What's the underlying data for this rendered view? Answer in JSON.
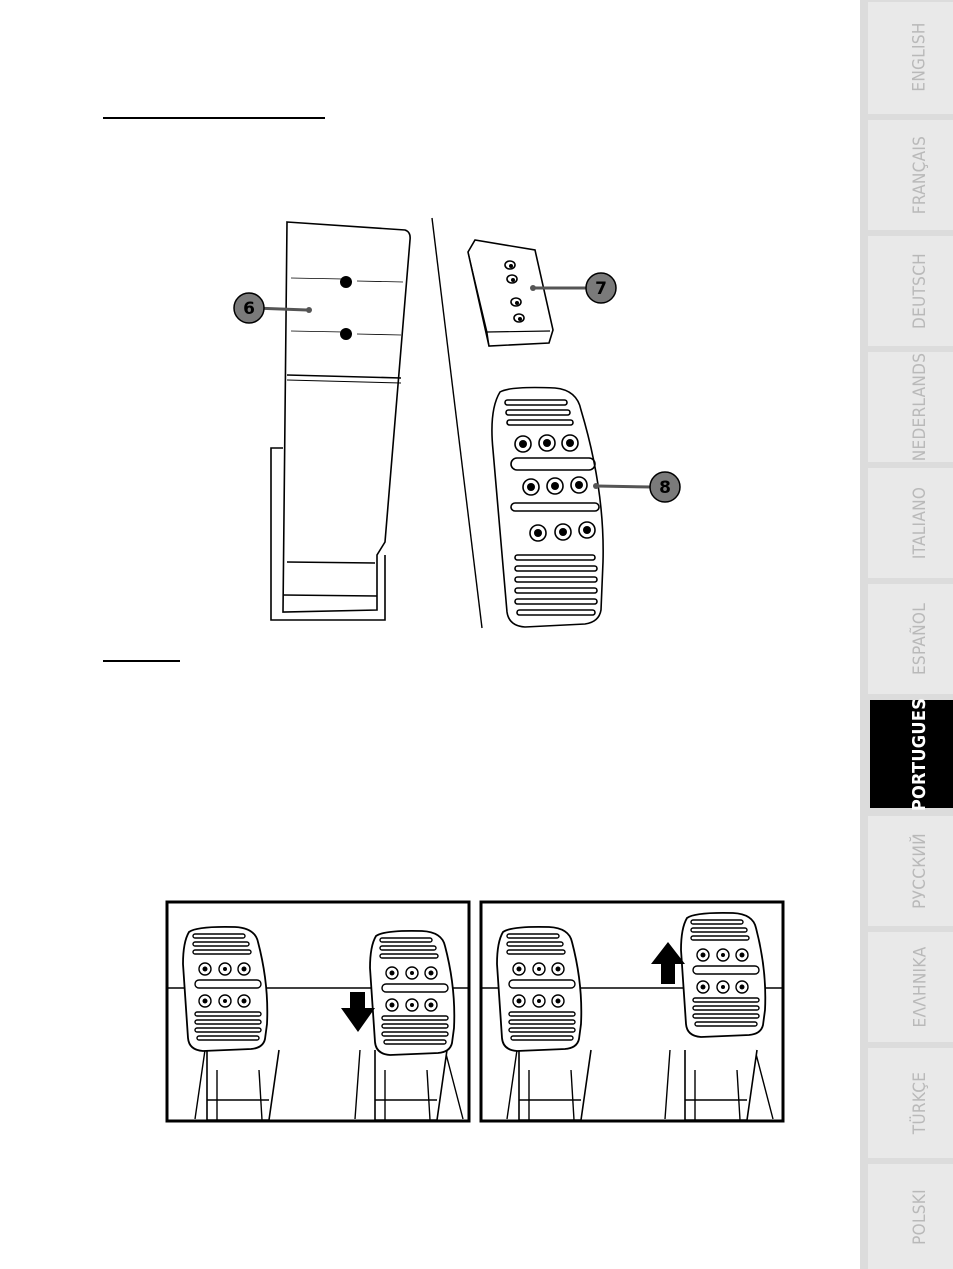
{
  "callouts": {
    "c6": "6",
    "c7": "7",
    "c8": "8"
  },
  "language_tabs": [
    {
      "label": "ENGLISH",
      "active": false
    },
    {
      "label": "FRANÇAIS",
      "active": false
    },
    {
      "label": "DEUTSCH",
      "active": false
    },
    {
      "label": "NEDERLANDS",
      "active": false
    },
    {
      "label": "ITALIANO",
      "active": false
    },
    {
      "label": "ESPAÑOL",
      "active": false
    },
    {
      "label": "PORTUGUES",
      "active": true
    },
    {
      "label": "РУССКИЙ",
      "active": false
    },
    {
      "label": "ΕΛΛΗΝΙΚΑ",
      "active": false
    },
    {
      "label": "TÜRKÇE",
      "active": false
    },
    {
      "label": "POLSKI",
      "active": false
    }
  ],
  "colors": {
    "tab_inactive": "#e6e6e6",
    "tab_active": "#000000",
    "tab_label_inactive": "#b9b9b9",
    "callout_fill": "#7a7a7a"
  }
}
